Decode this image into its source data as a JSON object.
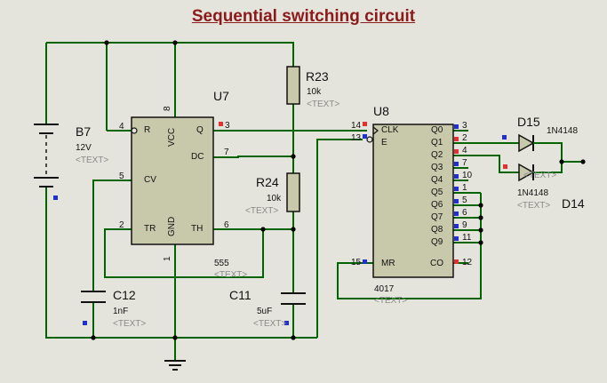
{
  "title": "Sequential switching circuit",
  "colors": {
    "wire": "#006400",
    "body": "#c8c8aa",
    "title": "#8b1a1a",
    "text": "#111111",
    "placeholder": "#8a8a8a",
    "pin_marker_red": "#e03030",
    "pin_marker_blue": "#2030d0"
  },
  "components": {
    "u7": {
      "ref": "U7",
      "part": "555",
      "placeholder": "<TEXT>",
      "pins": {
        "R": "R",
        "VCC": "VCC",
        "Q": "Q",
        "DC": "DC",
        "CV": "CV",
        "TR": "TR",
        "GND": "GND",
        "TH": "TH"
      },
      "pin_numbers": {
        "n4": "4",
        "n8": "8",
        "n3": "3",
        "n7": "7",
        "n5": "5",
        "n2": "2",
        "n1": "1",
        "n6": "6"
      }
    },
    "u8": {
      "ref": "U8",
      "part": "4017",
      "placeholder": "<TEXT>",
      "pins": {
        "CLK": "CLK",
        "E": "E",
        "MR": "MR",
        "CO": "CO",
        "Q0": "Q0",
        "Q1": "Q1",
        "Q2": "Q2",
        "Q3": "Q3",
        "Q4": "Q4",
        "Q5": "Q5",
        "Q6": "Q6",
        "Q7": "Q7",
        "Q8": "Q8",
        "Q9": "Q9"
      },
      "left_pin_numbers": {
        "clk": "14",
        "e": "13",
        "mr": "15"
      },
      "right_pin_numbers": [
        "3",
        "2",
        "4",
        "7",
        "10",
        "1",
        "5",
        "6",
        "9",
        "11"
      ],
      "co_pin_number": "12"
    },
    "r23": {
      "ref": "R23",
      "value": "10k",
      "placeholder": "<TEXT>"
    },
    "r24": {
      "ref": "R24",
      "value": "10k",
      "placeholder": "<TEXT>"
    },
    "b7": {
      "ref": "B7",
      "value": "12V",
      "placeholder": "<TEXT>"
    },
    "c11": {
      "ref": "C11",
      "value": "5uF",
      "placeholder": "<TEXT>"
    },
    "c12": {
      "ref": "C12",
      "value": "1nF",
      "placeholder": "<TEXT>"
    },
    "d15": {
      "ref": "D15",
      "part": "1N4148"
    },
    "d14": {
      "ref": "D14",
      "part": "1N4148",
      "placeholder": "<TEXT>",
      "placeholder_overlap": "<TEXT>"
    }
  }
}
